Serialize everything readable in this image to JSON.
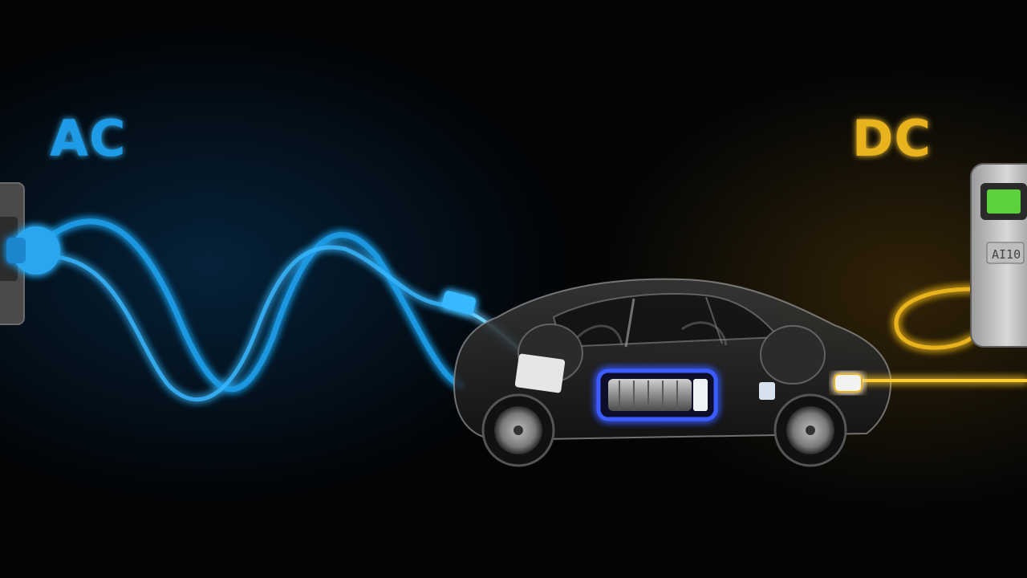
{
  "labels": {
    "ac": "AC",
    "dc": "DC",
    "station_plate": "AI10"
  },
  "colors": {
    "ac": "#1e9be6",
    "ac_glow": "#38b8ff",
    "dc": "#e8b31c",
    "dc_glow": "#ffcc33",
    "screen": "#5bd13a",
    "background": "#020406"
  },
  "icons": {
    "wall_outlet": "wall-socket-icon",
    "ac_plug": "ac-plug-icon",
    "dc_charger": "dc-charging-station-icon",
    "battery": "battery-icon",
    "car": "electric-car-icon"
  }
}
